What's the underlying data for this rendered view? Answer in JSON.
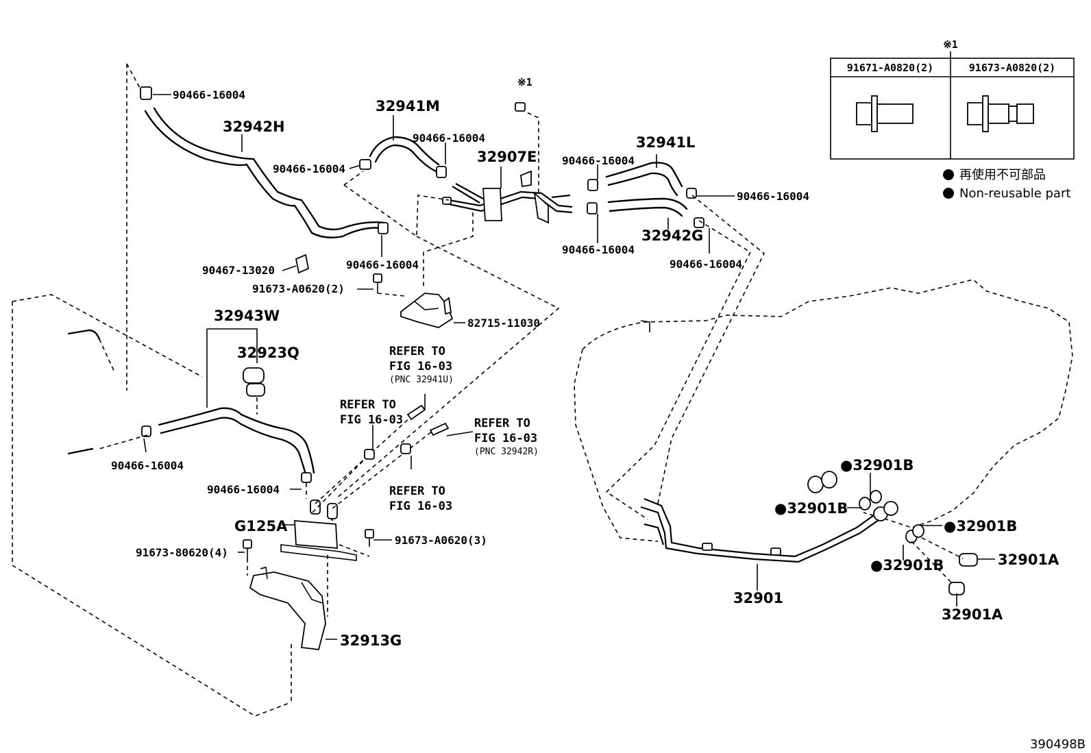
{
  "callouts": {
    "c1": "90466-16004",
    "c2": "32942H",
    "c3": "90466-16004",
    "c4": "32941M",
    "c5": "90466-16004",
    "c6": "32907E",
    "c7": "※1",
    "c8": "90466-16004",
    "c9": "32941L",
    "c10": "90466-16004",
    "c11": "90466-16004",
    "c12": "32942G",
    "c13": "90466-16004",
    "c14": "90466-16004",
    "c15": "90467-13020",
    "c16": "91673-A0620(2)",
    "c17": "82715-11030",
    "c18": "32943W",
    "c19": "32923Q",
    "c20": "90466-16004",
    "c21": "90466-16004",
    "c22": "G125A",
    "c23": "91673-80620(4)",
    "c24": "91673-A0620(3)",
    "c25": "32913G",
    "c26": "32901",
    "c27": "●32901B",
    "c28": "●32901B",
    "c29": "●32901B",
    "c30": "●32901B",
    "c31": "32901A",
    "c32": "32901A"
  },
  "refers": {
    "r1_line1": "REFER TO",
    "r1_line2": "FIG 16-03",
    "r1_line3": "(PNC 32941U)",
    "r2_line1": "REFER TO",
    "r2_line2": "FIG 16-03",
    "r3_line1": "REFER TO",
    "r3_line2": "FIG 16-03",
    "r3_line3": "(PNC 32942R)",
    "r4_line1": "REFER TO",
    "r4_line2": "FIG 16-03"
  },
  "table": {
    "mark": "※1",
    "col1": "91671-A0820(2)",
    "col2": "91673-A0820(2)"
  },
  "legend": {
    "jp": "再使用不可部品",
    "en": "Non-reusable part"
  },
  "illustration_id": "390498B"
}
